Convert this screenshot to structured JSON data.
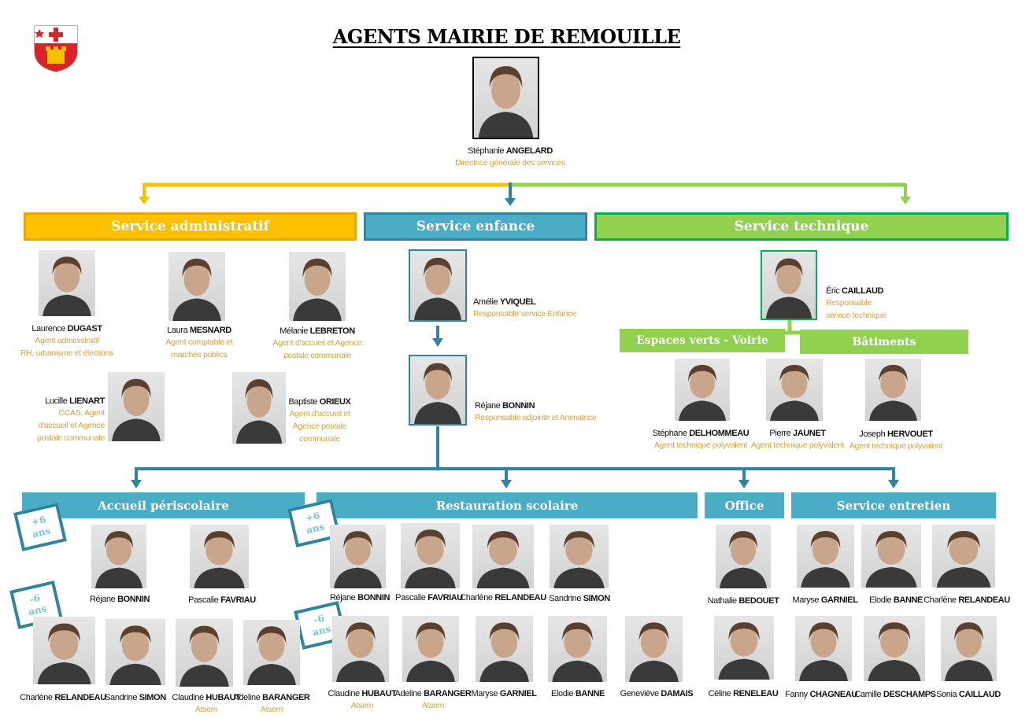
{
  "title": "AGENTS MAIRIE DE REMOUILLE",
  "colors": {
    "admin": "#ffc000",
    "enfance": "#4bacc6",
    "technique": "#92d050",
    "teal_dark": "#31849b",
    "green_dark": "#00b050",
    "role_text": "#d4a53a"
  },
  "logo": {
    "icon": "coat-of-arms"
  },
  "director": {
    "first": "Stéphanie",
    "last": "ANGELARD",
    "role": "Directrice générale des services"
  },
  "services": {
    "admin": "Service administratif",
    "enfance": "Service enfance",
    "technique": "Service technique",
    "espaces_verts": "Espaces verts - Voirie",
    "batiments": "Bâtiments",
    "periscolaire": "Accueil périscolaire",
    "restauration": "Restauration scolaire",
    "office": "Office",
    "entretien": "Service entretien"
  },
  "badges": {
    "plus6": [
      "+6",
      "ans"
    ],
    "minus6": [
      "-6",
      "ans"
    ]
  },
  "people": [
    {
      "id": "laurence",
      "first": "Laurence",
      "last": "DUGAST",
      "role": "Agent administratif\nRH, urbanisme et élections"
    },
    {
      "id": "laura",
      "first": "Laura",
      "last": "MESNARD",
      "role": "Agent comptable et\nmarchés publics"
    },
    {
      "id": "melanie",
      "first": "Mélanie",
      "last": "LEBRETON",
      "role": "Agent d'accueil et Agence\npostale communale"
    },
    {
      "id": "lucille",
      "first": "Lucille",
      "last": "LIENART",
      "role": "CCAS, Agent\nd'accueil et Agence\npostale communale"
    },
    {
      "id": "baptiste",
      "first": "Baptiste",
      "last": "ORIEUX",
      "role": "Agent d'accueil et\nAgence postale\ncommunale"
    },
    {
      "id": "amelie",
      "first": "Amélie",
      "last": "YVIQUEL",
      "role": "Responsable service Enfance"
    },
    {
      "id": "rejane",
      "first": "Réjane",
      "last": "BONNIN",
      "role": "Responsable adjointe et Animatrice"
    },
    {
      "id": "eric",
      "first": "Éric",
      "last": "CAILLAUD",
      "role": "Responsable\nservice technique"
    },
    {
      "id": "stephane",
      "first": "Stéphane",
      "last": "DELHOMMEAU",
      "role": "Agent technique polyvalent"
    },
    {
      "id": "pierre",
      "first": "Pierre",
      "last": "JAUNET",
      "role": "Agent technique polyvalent"
    },
    {
      "id": "joseph",
      "first": "Joseph",
      "last": "HERVOUET",
      "role": "Agent technique polyvalent"
    },
    {
      "id": "p_rejane",
      "first": "Réjane",
      "last": "BONNIN",
      "role": ""
    },
    {
      "id": "p_pascalie",
      "first": "Pascalie",
      "last": "FAVRIAU",
      "role": ""
    },
    {
      "id": "p_charlene",
      "first": "Charlène",
      "last": "RELANDEAU",
      "role": ""
    },
    {
      "id": "p_sandrine",
      "first": "Sandrine",
      "last": "SIMON",
      "role": ""
    },
    {
      "id": "p_claudine",
      "first": "Claudine",
      "last": "HUBAUT",
      "role": "Atsem"
    },
    {
      "id": "p_adeline",
      "first": "Adeline",
      "last": "BARANGER",
      "role": "Atsem"
    },
    {
      "id": "r_rejane",
      "first": "Réjane",
      "last": "BONNIN",
      "role": ""
    },
    {
      "id": "r_pascalie",
      "first": "Pascalie",
      "last": "FAVRIAU",
      "role": ""
    },
    {
      "id": "r_charlene",
      "first": "Charlène",
      "last": "RELANDEAU",
      "role": ""
    },
    {
      "id": "r_sandrine",
      "first": "Sandrine",
      "last": "SIMON",
      "role": ""
    },
    {
      "id": "r_claudine",
      "first": "Claudine",
      "last": "HUBAUT",
      "role": "Atsem"
    },
    {
      "id": "r_adeline",
      "first": "Adeline",
      "last": "BARANGER",
      "role": "Atsem"
    },
    {
      "id": "r_maryse",
      "first": "Maryse",
      "last": "GARNIEL",
      "role": ""
    },
    {
      "id": "r_elodie",
      "first": "Elodie",
      "last": "BANNE",
      "role": ""
    },
    {
      "id": "r_genevieve",
      "first": "Geneviève",
      "last": "DAMAIS",
      "role": ""
    },
    {
      "id": "o_nathalie",
      "first": "Nathalie",
      "last": "BEDOUET",
      "role": ""
    },
    {
      "id": "o_celine",
      "first": "Céline",
      "last": "RENELEAU",
      "role": ""
    },
    {
      "id": "e_maryse",
      "first": "Maryse",
      "last": "GARNIEL",
      "role": ""
    },
    {
      "id": "e_elodie",
      "first": "Elodie",
      "last": "BANNE",
      "role": ""
    },
    {
      "id": "e_charlene",
      "first": "Charlène",
      "last": "RELANDEAU",
      "role": ""
    },
    {
      "id": "e_fanny",
      "first": "Fanny",
      "last": "CHAGNEAU",
      "role": ""
    },
    {
      "id": "e_camille",
      "first": "Camille",
      "last": "DESCHAMPS",
      "role": ""
    },
    {
      "id": "e_sonia",
      "first": "Sonia",
      "last": "CAILLAUD",
      "role": ""
    }
  ]
}
